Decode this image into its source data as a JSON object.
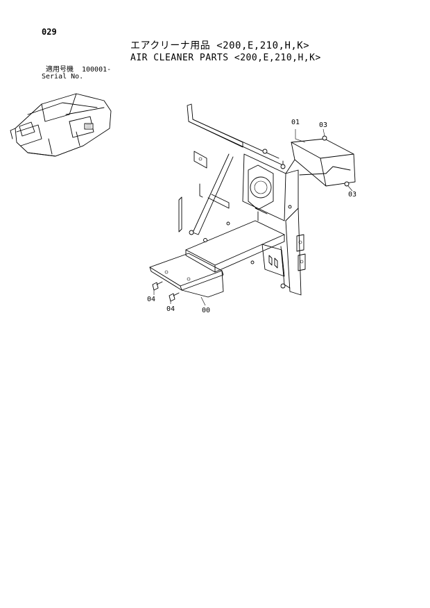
{
  "page": {
    "number": "029",
    "title_jp": "エアクリーナ用品 <200,E,210,H,K>",
    "title_en": "AIR CLEANER PARTS <200,E,210,H,K>"
  },
  "serial": {
    "label_jp": "適用号機",
    "range": "100001-",
    "label_en": "Serial No."
  },
  "callouts": {
    "c01": "01",
    "c03_top": "03",
    "c03_right": "03",
    "c04_left": "04",
    "c04_bottom": "04",
    "c00": "00"
  }
}
